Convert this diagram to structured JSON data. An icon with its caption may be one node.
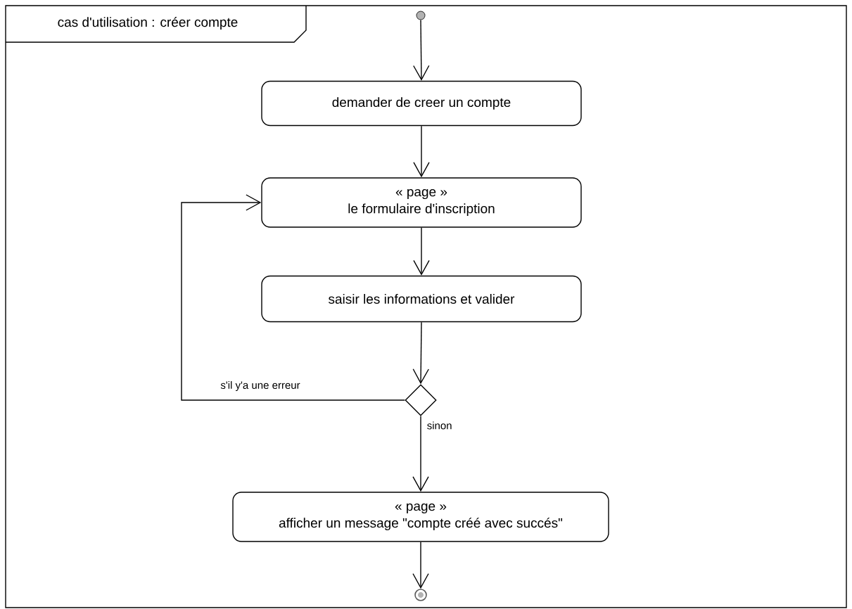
{
  "diagram": {
    "nodes": [
      {
        "text": [
          "cas d'utilisation : créer compte"
        ]
      },
      {
        "text": [],
        "shape": "circle",
        "in": 0
      },
      {
        "text": [
          "demander de creer un compte"
        ],
        "in": 0
      },
      {
        "text": [
          "« page »",
          "le formulaire d'inscription"
        ],
        "in": 0
      },
      {
        "text": [
          "saisir les informations et valider"
        ],
        "in": 0
      },
      {
        "text": [],
        "shape": "diamond",
        "in": 0
      },
      {
        "text": [
          "« page »",
          "afficher un message \"compte créé avec succés\""
        ],
        "in": 0
      },
      {
        "text": [],
        "shape": "circle",
        "in": 0
      }
    ],
    "edges": [
      {
        "from": 1,
        "to": 2,
        "arrow": "to"
      },
      {
        "from": 2,
        "to": 3,
        "arrow": "to"
      },
      {
        "from": 3,
        "to": 4,
        "arrow": "to"
      },
      {
        "from": 4,
        "to": 5,
        "arrow": "to"
      },
      {
        "from": 5,
        "to": 3,
        "arrow": "to",
        "label": "s'il y'a une erreur"
      },
      {
        "from": 5,
        "to": 6,
        "arrow": "to",
        "label": "sinon"
      },
      {
        "from": 6,
        "to": 7,
        "arrow": "to"
      }
    ]
  }
}
